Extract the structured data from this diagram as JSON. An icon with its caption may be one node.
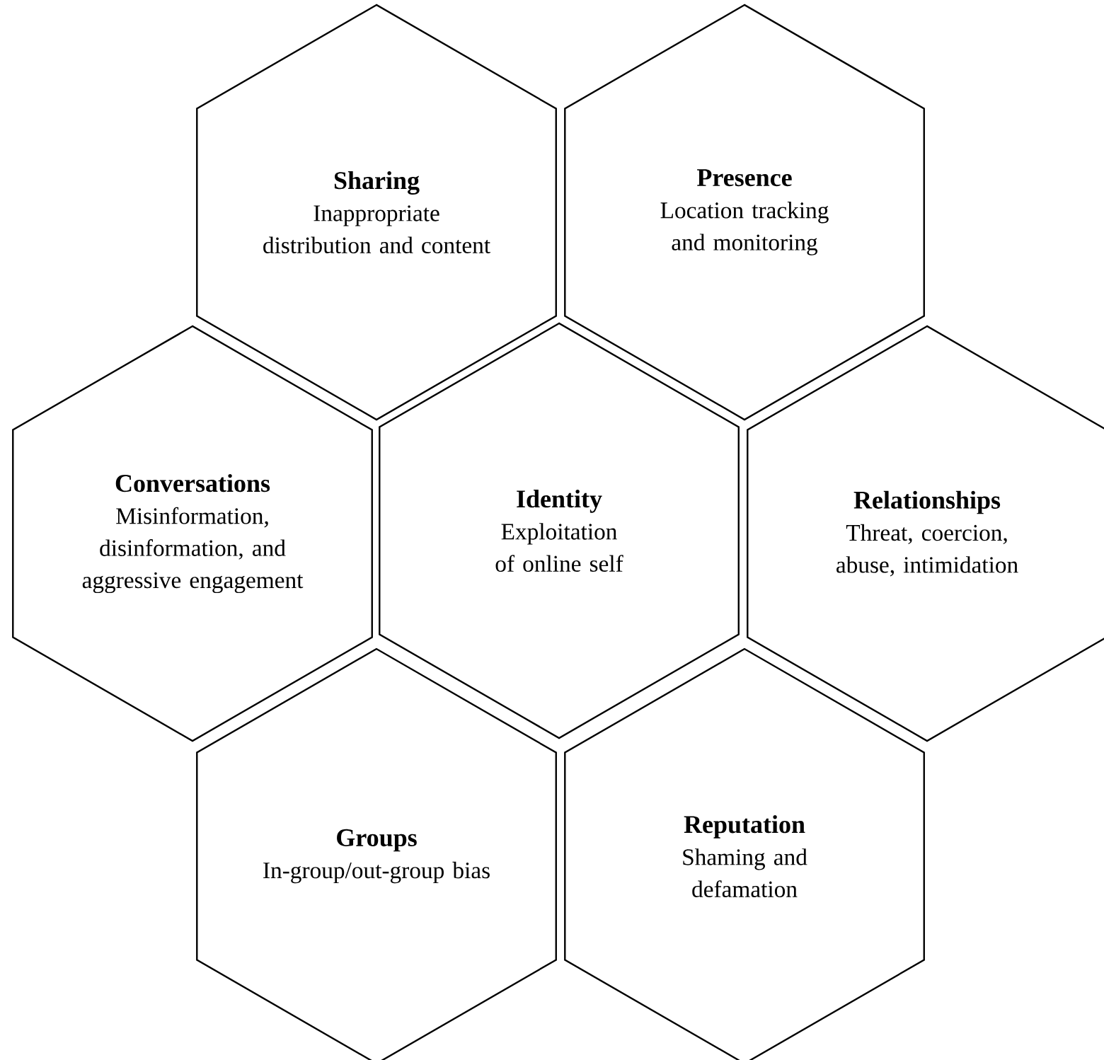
{
  "diagram": {
    "nodes": [
      {
        "text": [
          "Sharing",
          "Inappropriate distribution and content"
        ]
      },
      {
        "text": [
          "Presence",
          "Location tracking and monitoring"
        ]
      },
      {
        "text": [
          "Conversations",
          "Misinformation, disinformation, and aggressive engagement"
        ]
      },
      {
        "text": [
          "Identity",
          "Exploitation of online self"
        ]
      },
      {
        "text": [
          "Relationships",
          "Threat, coercion, abuse, intimidation"
        ]
      },
      {
        "text": [
          "Groups",
          "In-group/out-group bias"
        ]
      },
      {
        "text": [
          "Reputation",
          "Shaming and defamation"
        ]
      }
    ]
  }
}
